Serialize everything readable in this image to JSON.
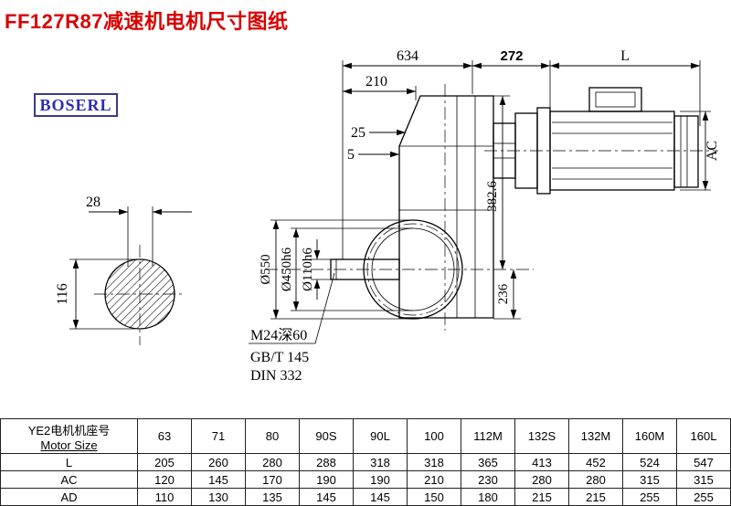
{
  "title": "FF127R87减速机电机尺寸图纸",
  "logo": "BOSERL",
  "drawing": {
    "dim_634": "634",
    "dim_272": "272",
    "dim_L": "L",
    "dim_210": "210",
    "dim_25": "25",
    "dim_5": "5",
    "dim_AC": "AC",
    "dim_28": "28",
    "dim_116": "116",
    "dia_550": "Ø550",
    "dia_450": "Ø450h6",
    "dia_110": "Ø110h6",
    "dim_382_6": "382.6",
    "dim_236": "236",
    "note_m24": "M24深60",
    "note_gbt": "GB/T 145",
    "note_din": "DIN 332"
  },
  "table": {
    "header_cn": "YE2电机机座号",
    "header_en": "Motor Size",
    "sizes": [
      "63",
      "71",
      "80",
      "90S",
      "90L",
      "100",
      "112M",
      "132S",
      "132M",
      "160M",
      "160L"
    ],
    "rows": [
      {
        "label": "L",
        "values": [
          "205",
          "260",
          "280",
          "288",
          "318",
          "318",
          "365",
          "413",
          "452",
          "524",
          "547"
        ]
      },
      {
        "label": "AC",
        "values": [
          "120",
          "145",
          "170",
          "190",
          "190",
          "210",
          "230",
          "280",
          "280",
          "315",
          "315"
        ]
      },
      {
        "label": "AD",
        "values": [
          "110",
          "130",
          "135",
          "145",
          "145",
          "150",
          "180",
          "215",
          "215",
          "255",
          "255"
        ]
      }
    ]
  }
}
